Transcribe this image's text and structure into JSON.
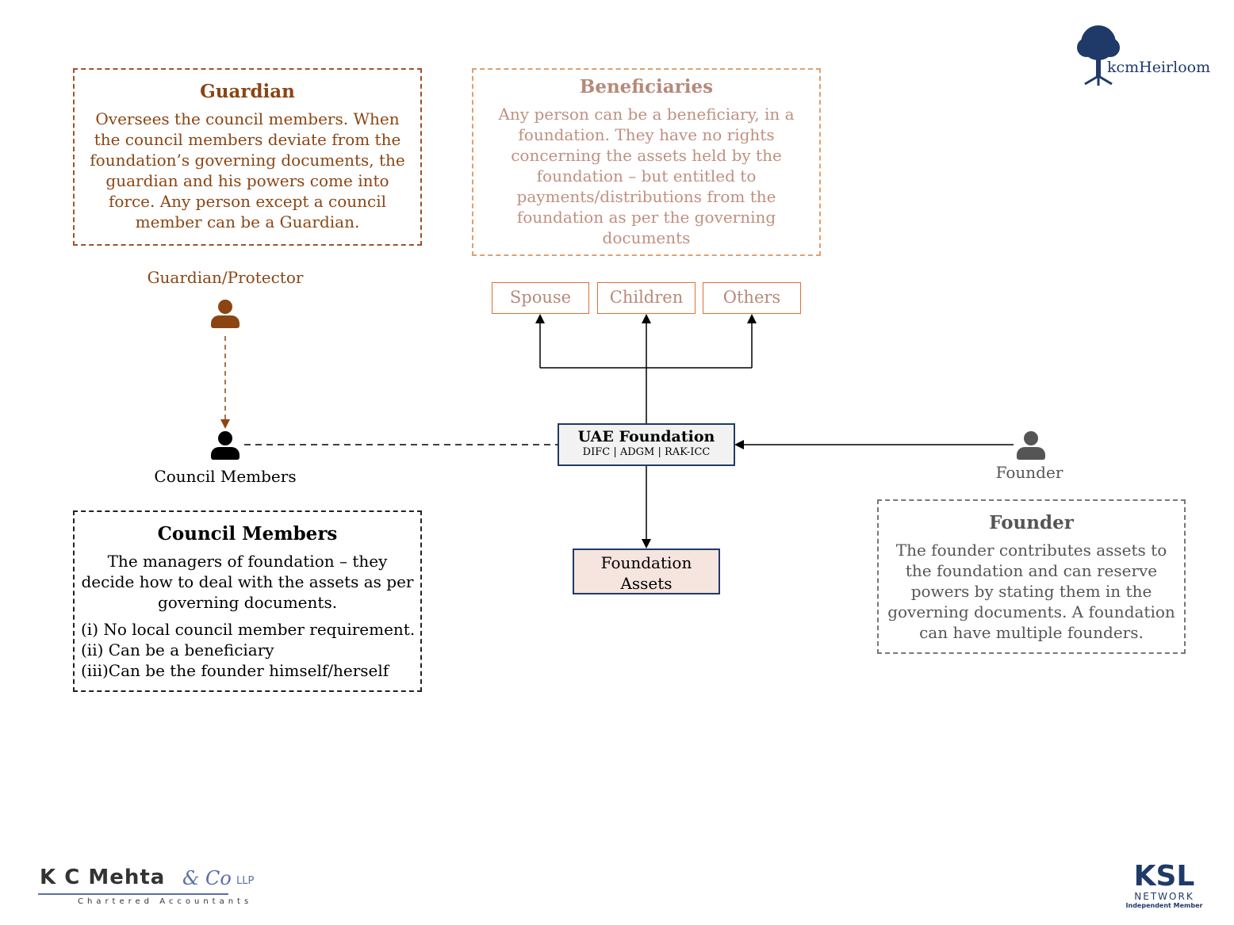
{
  "logo_top_right": {
    "text": "kcmHeirloom"
  },
  "guardian_box": {
    "title": "Guardian",
    "body": "Oversees the council members. When the council members deviate from the foundation’s governing documents, the guardian and his powers come into force. Any person except a council member can be a Guardian."
  },
  "beneficiaries_box": {
    "title": "Beneficiaries",
    "body": "Any person can be a beneficiary, in a foundation. They have no rights concerning the assets held by the foundation – but entitled to payments/distributions from the foundation as per the governing documents"
  },
  "guardian_protector_label": "Guardian/Protector",
  "beneficiary_types": [
    "Spouse",
    "Children",
    "Others"
  ],
  "uae_foundation": {
    "title": "UAE Foundation",
    "subtitle": "DIFC | ADGM | RAK-ICC"
  },
  "council_members_label": "Council Members",
  "founder_label": "Founder",
  "foundation_assets": "Foundation Assets",
  "council_box": {
    "title": "Council Members",
    "body": "The managers of foundation – they decide how to deal with the assets as per governing documents.",
    "items": [
      "(i)  No local council member requirement.",
      "(ii) Can be a beneficiary",
      "(iii)Can be the founder himself/herself"
    ]
  },
  "founder_box": {
    "title": "Founder",
    "body": "The founder contributes assets to the foundation and can reserve powers by stating them in the governing documents. A foundation can have multiple founders."
  },
  "footer_left": {
    "name": "K C Mehta",
    "script": "& Co",
    "suffix": "LLP",
    "tagline": "Chartered Accountants"
  },
  "footer_right": {
    "name": "KSL",
    "network": "NETWORK",
    "member": "Independent Member"
  },
  "colors": {
    "guardian": "#8b4513",
    "beneficiary": "#b58a7a",
    "accent_orange": "#e07030",
    "navy": "#1f3a68",
    "founder_grey": "#555555"
  }
}
